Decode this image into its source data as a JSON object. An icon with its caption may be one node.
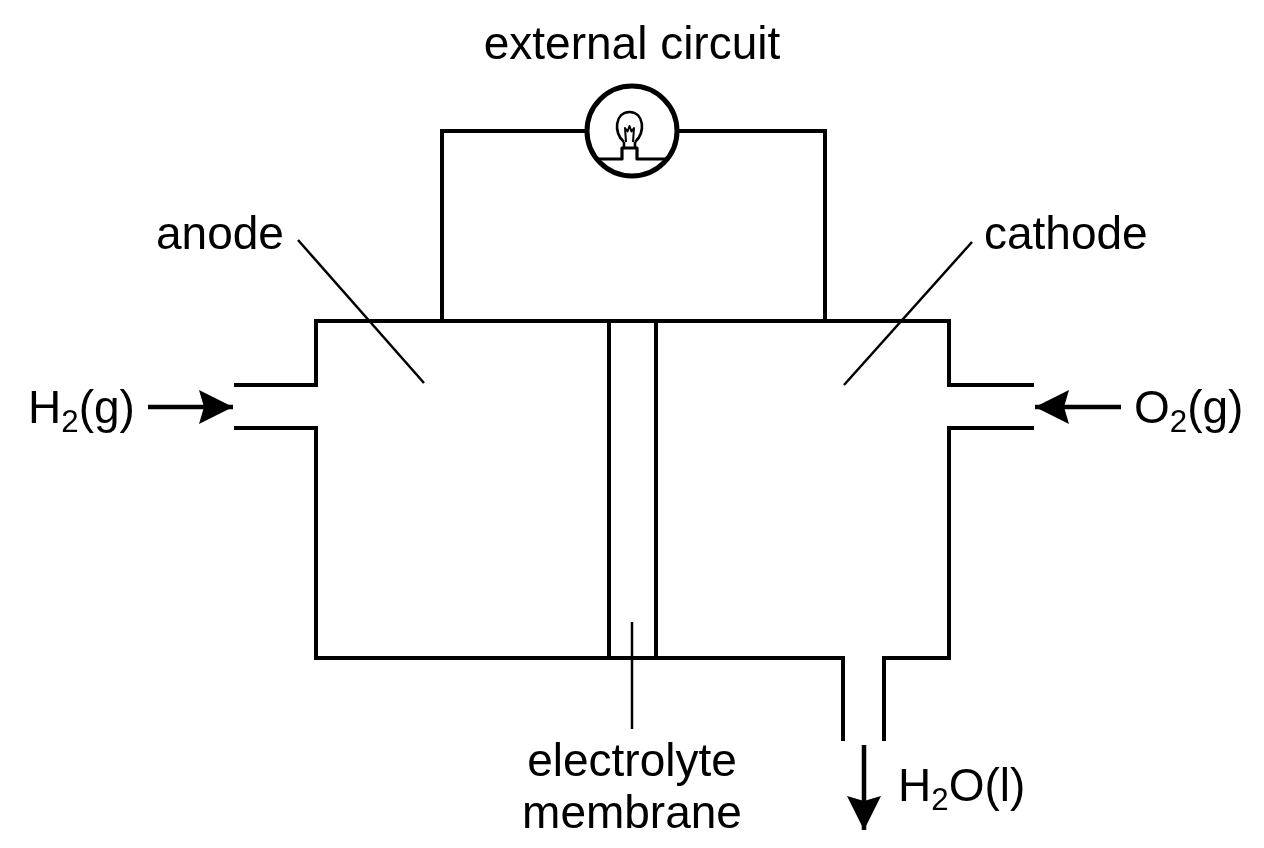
{
  "diagram": {
    "nodes": [
      {
        "text": [],
        "shape": "circle"
      },
      {
        "text": [
          "anode"
        ]
      },
      {
        "text": [
          "cathode"
        ]
      },
      {
        "text": [
          "H$_{2}$(g)"
        ]
      },
      {
        "text": [],
        "shape": "box"
      },
      {
        "text": [],
        "shape": "bar"
      },
      {
        "text": [],
        "shape": "box"
      },
      {
        "text": [
          "O$_{2}$(g)"
        ]
      },
      {
        "text": [
          "electrolyte membrane"
        ]
      }
    ],
    "edges": [
      {
        "from": 4,
        "to": 0,
        "arrow": "none"
      },
      {
        "from": 0,
        "to": 6,
        "arrow": "none"
      },
      {
        "from": 1,
        "to": 4,
        "arrow": "none"
      },
      {
        "from": 2,
        "to": 6,
        "arrow": "none"
      },
      {
        "from": 3,
        "to": 4,
        "arrow": "to"
      },
      {
        "from": 7,
        "to": 6,
        "arrow": "to"
      },
      {
        "from": 8,
        "to": 5,
        "arrow": "none"
      },
      {
        "from": 6,
        "to": null,
        "arrow": "to",
        "label": "H$_{2}$O(l)"
      }
    ],
    "labels": [
      "external circuit"
    ]
  }
}
